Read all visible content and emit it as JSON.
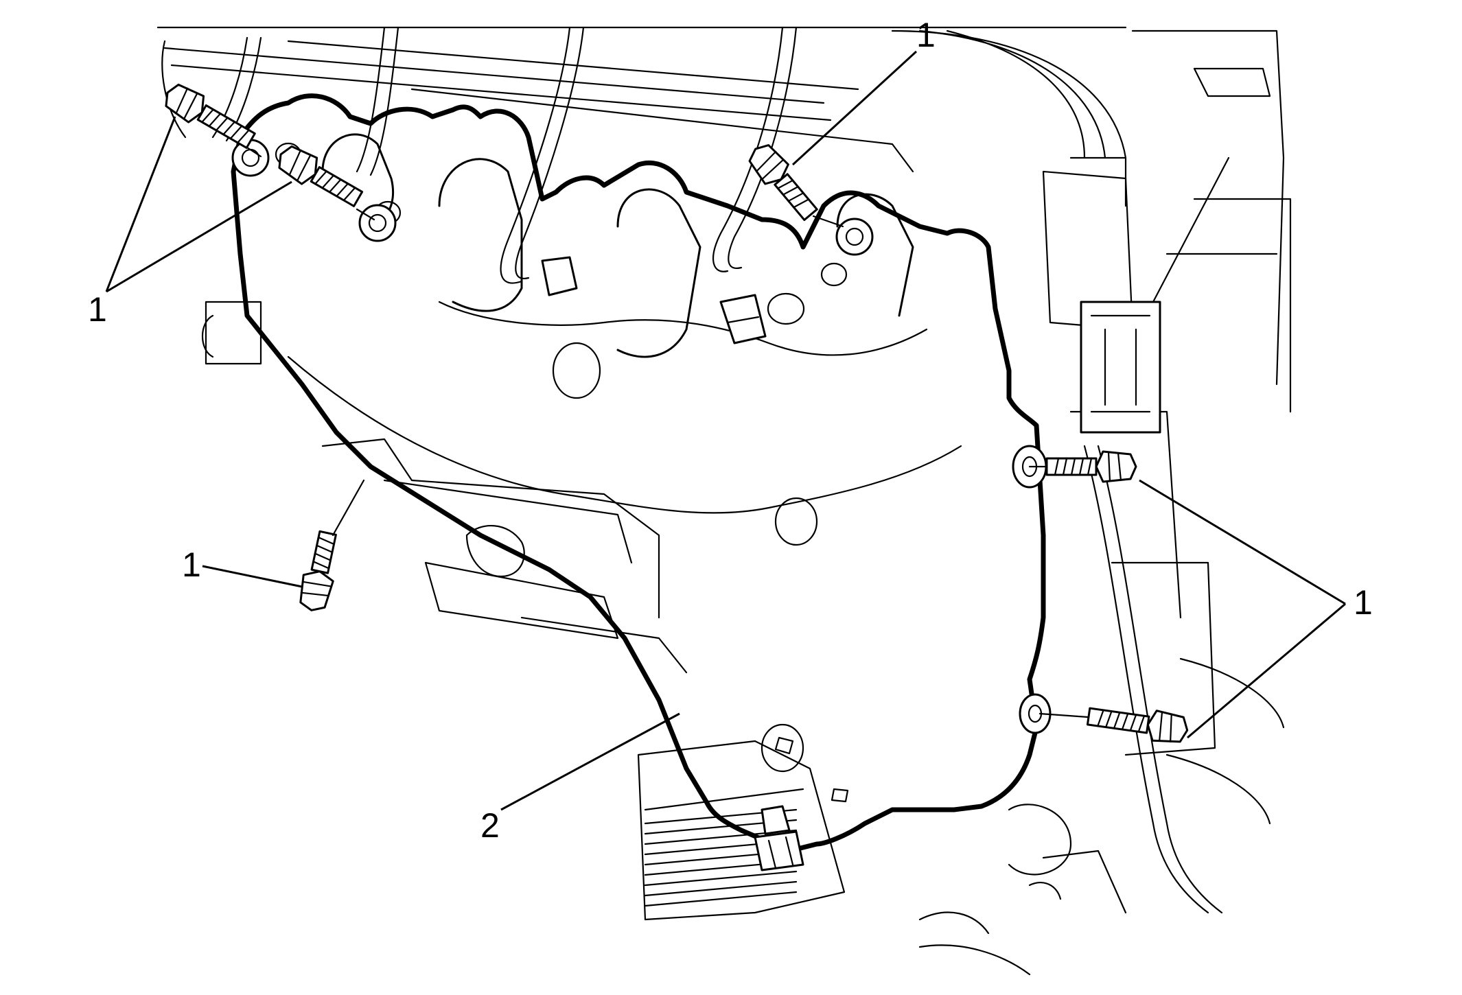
{
  "diagram": {
    "callouts": [
      {
        "id": "bolt-top-left-a",
        "label": "1"
      },
      {
        "id": "bolt-top-center",
        "label": "1"
      },
      {
        "id": "bolt-lower-left",
        "label": "1"
      },
      {
        "id": "bolts-right",
        "label": "1"
      },
      {
        "id": "manifold",
        "label": "2"
      }
    ]
  }
}
